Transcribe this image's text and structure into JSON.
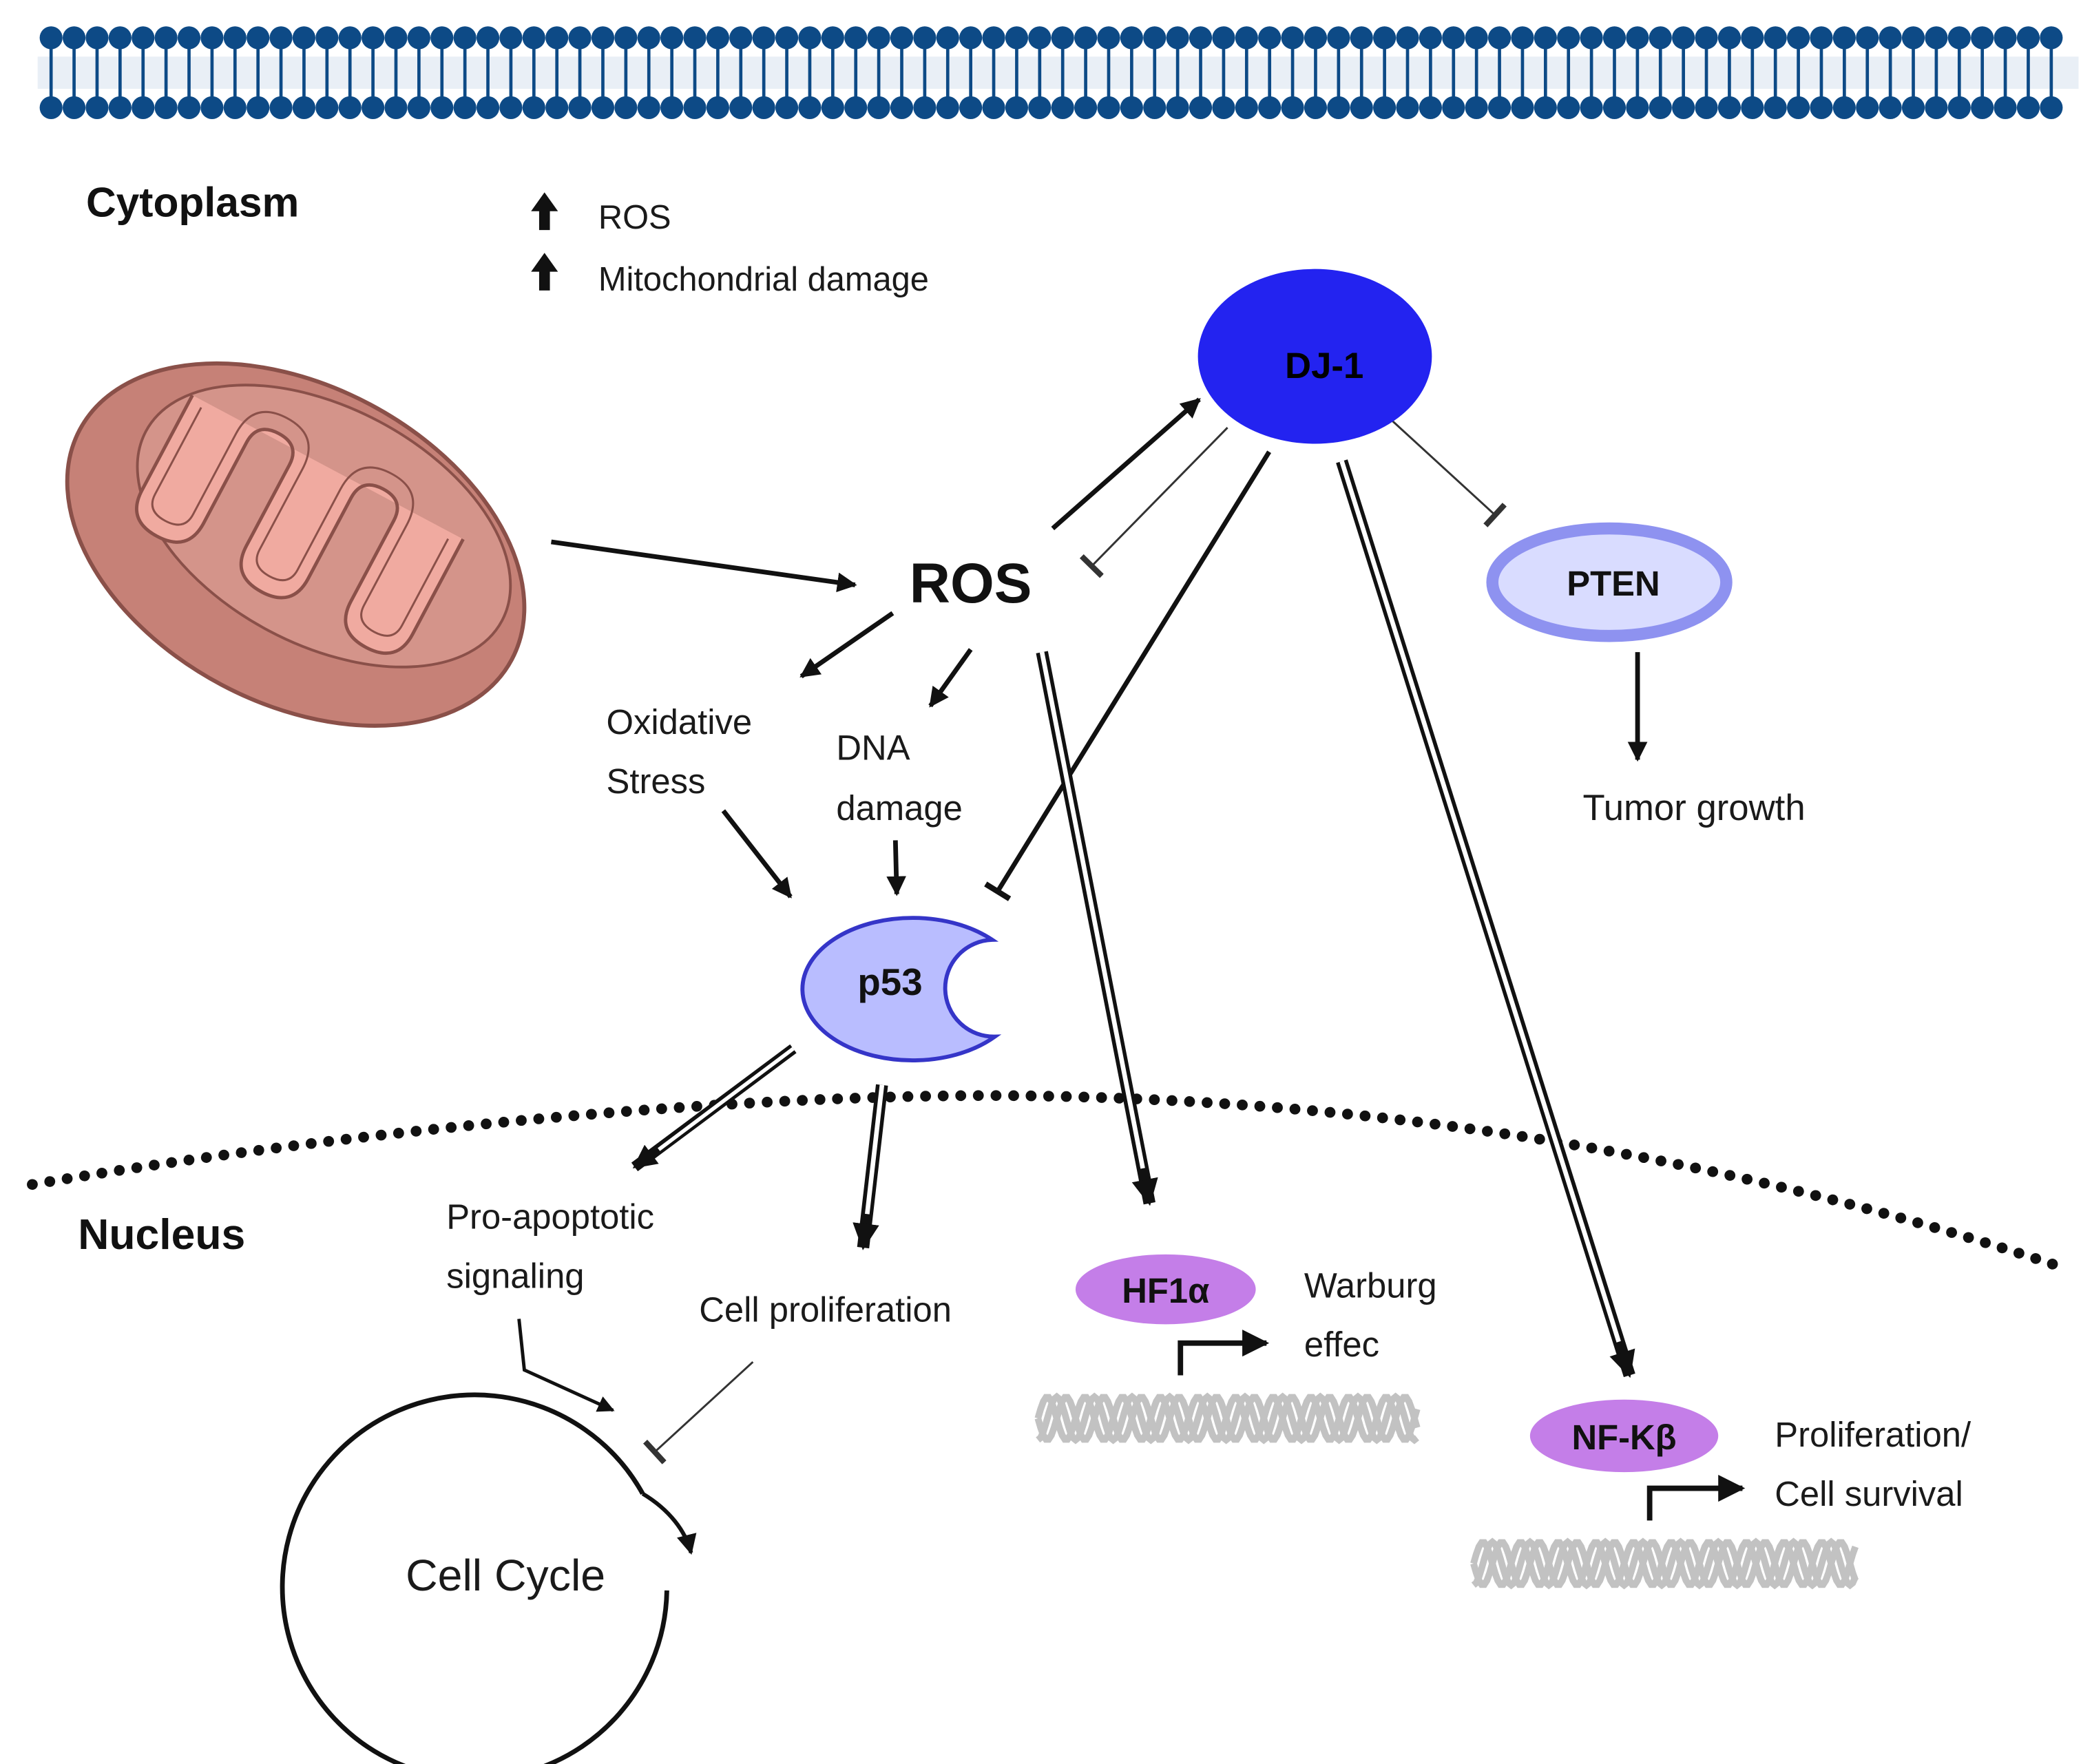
{
  "labels": {
    "cytoplasm": "Cytoplasm",
    "nucleus": "Nucleus",
    "legend_ros": "ROS",
    "legend_mito": "Mitochondrial damage",
    "ros": "ROS",
    "dj1": "DJ-1",
    "pten": "PTEN",
    "tumor_growth": "Tumor growth",
    "oxidative_1": "Oxidative",
    "oxidative_2": "Stress",
    "dna_1": "DNA",
    "dna_2": "damage",
    "p53": "p53",
    "pro_apoptotic_1": "Pro-apoptotic",
    "pro_apoptotic_2": "signaling",
    "cell_proliferation": "Cell proliferation",
    "hif1a": "HF1α",
    "warburg_1": "Warburg",
    "warburg_2": "effec",
    "nfkb": "NF-Kβ",
    "prolif_1": "Proliferation/",
    "prolif_2": "Cell survival",
    "cell_cycle": "Cell Cycle"
  },
  "colors": {
    "membrane": "#0d4a86",
    "dj1": "#2323f0",
    "pten_fill": "#d9dcff",
    "pten_ring": "#8e92f0",
    "p53_fill": "#b9bdff",
    "p53_stroke": "#3535c8",
    "tf_fill": "#c47ee8",
    "mito_outer": "#c68177",
    "mito_inner": "#f0aaa0"
  }
}
